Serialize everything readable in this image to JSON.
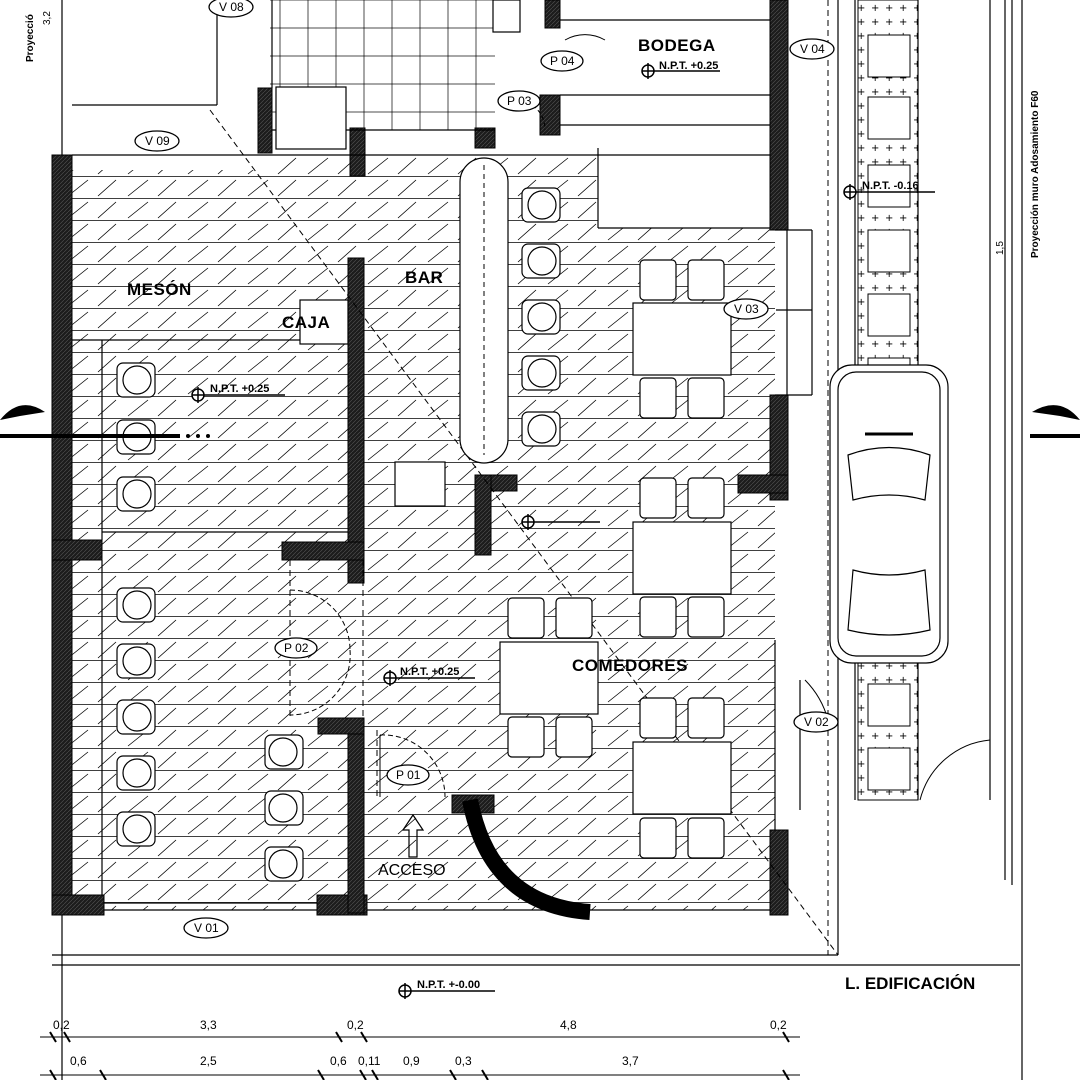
{
  "rooms": {
    "bodega": "BODEGA",
    "meson": "MESÓN",
    "bar": "BAR",
    "caja": "CAJA",
    "comedores": "COMEDORES",
    "acceso": "ACCESO",
    "linea_edificacion": "L. EDIFICACIÓN"
  },
  "levels": {
    "bodega": "N.P.T. +0.25",
    "exterior_right": "N.P.T. -0.16",
    "meson": "N.P.T. +0.25",
    "comedores": "N.P.T. +0.25",
    "street": "N.P.T. +-0.00"
  },
  "windows": {
    "v01": "V 01",
    "v02": "V 02",
    "v03": "V 03",
    "v04": "V 04",
    "v08": "V 08",
    "v09": "V 09"
  },
  "doors": {
    "p01": "P 01",
    "p02": "P 02",
    "p03": "P 03",
    "p04": "P 04"
  },
  "side_notes": {
    "left_top": "Proyecció",
    "left_top_dim": "3,2",
    "right": "Proyección muro Adosamiento F60",
    "right_dim": "1,5"
  },
  "dimensions": {
    "row1": [
      "0,2",
      "3,3",
      "0,2",
      "4,8",
      "0,2"
    ],
    "row2": [
      "0,6",
      "2,5",
      "0,6",
      "0,11",
      "0,9",
      "0,3",
      "3,7"
    ]
  },
  "colors": {
    "wall": "#1c1c1c",
    "line": "#000000",
    "background": "#ffffff"
  }
}
